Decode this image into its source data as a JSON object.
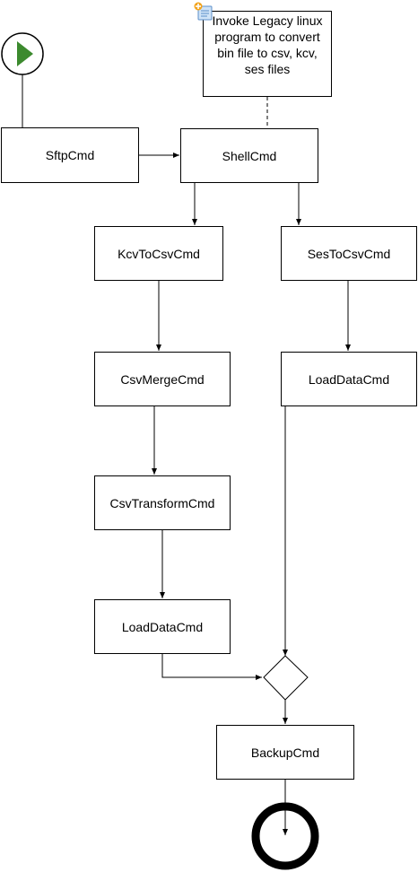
{
  "diagram": {
    "note": {
      "text": "Invoke Legacy linux program to convert bin file to csv, kcv, ses files",
      "icon": "note-add-icon"
    },
    "nodes": {
      "start": {
        "icon": "start-play-icon",
        "color": "#3c8a2e"
      },
      "sftp": "SftpCmd",
      "shell": "ShellCmd",
      "kcv_to_csv": "KcvToCsvCmd",
      "ses_to_csv": "SesToCsvCmd",
      "csv_merge": "CsvMergeCmd",
      "load_data_right": "LoadDataCmd",
      "csv_transform": "CsvTransformCmd",
      "load_data_left": "LoadDataCmd",
      "gateway": {
        "icon": "exclusive-gateway-icon"
      },
      "backup": "BackupCmd",
      "end": {
        "icon": "end-event-icon"
      }
    }
  }
}
